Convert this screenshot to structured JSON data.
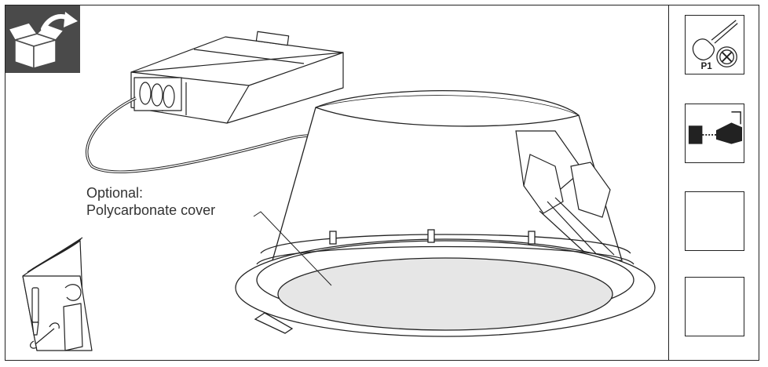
{
  "callout": {
    "line1": "Optional:",
    "line2": "Polycarbonate cover"
  },
  "icons": {
    "unboxing": "open-box-arrow-icon",
    "manual": "instruction-booklet-icon",
    "screwdriver": "phillips-screwdriver-icon",
    "drill": "drill-icon"
  },
  "tool_label": "P1",
  "colors": {
    "outline": "#222222",
    "unbox_bg": "#4a4a4a",
    "lens": "#e6e6e6"
  }
}
